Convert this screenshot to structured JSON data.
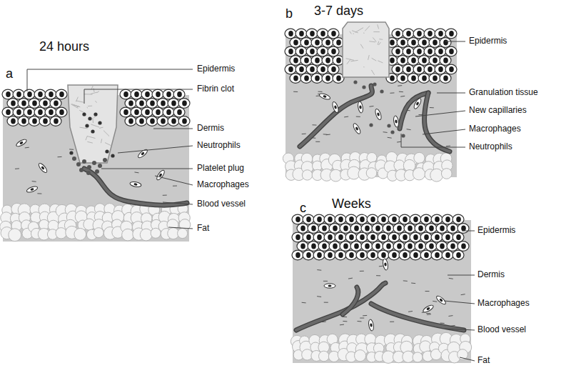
{
  "diagram": {
    "labels": [
      "24 hours",
      "a",
      "Epidermis",
      "Fibrin clot",
      "Dermis",
      "Neutrophils",
      "Platelet plug",
      "Macrophages",
      "Blood vessel",
      "Fat",
      "3-7 days",
      "b",
      "Epidermis",
      "Granulation tissue",
      "New capillaries",
      "Macrophages",
      "Neutrophils",
      "Weeks",
      "c",
      "Epidermis",
      "Dermis",
      "Macrophages",
      "Blood vessel",
      "Fat"
    ]
  }
}
